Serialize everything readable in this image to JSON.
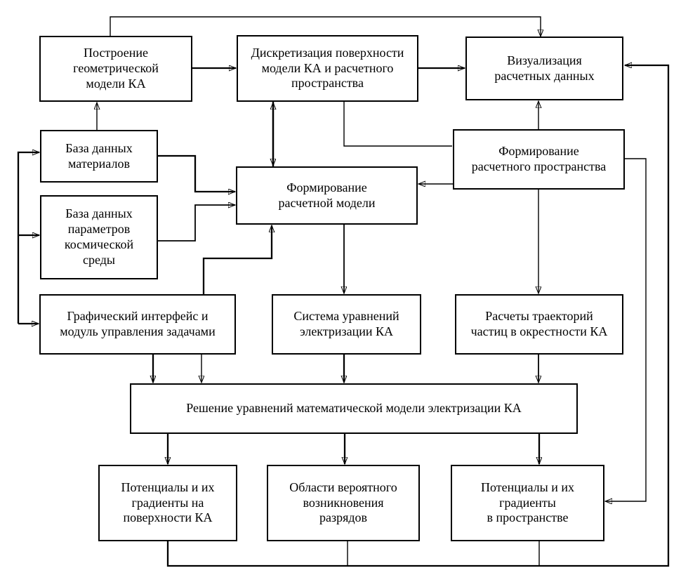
{
  "diagram": {
    "background_color": "#ffffff",
    "line_color": "#000000",
    "nodes": {
      "build_geometric_model": {
        "label": "Построение\nгеометрической\nмодели КА"
      },
      "surface_discretization": {
        "label": "Дискретизация поверхности\nмодели КА и расчетного\nпространства"
      },
      "data_visualization": {
        "label": "Визуализация\nрасчетных данных"
      },
      "materials_database": {
        "label": "База данных\nматериалов"
      },
      "space_environment_database": {
        "label": "База данных\nпараметров\nкосмической\nсреды"
      },
      "calculation_model_formation": {
        "label": "Формирование\nрасчетной модели"
      },
      "calculation_space_formation": {
        "label": "Формирование\nрасчетного пространства"
      },
      "gui_task_manager": {
        "label": "Графический интерфейс и\nмодуль управления задачами"
      },
      "charging_equations_system": {
        "label": "Система уравнений\nэлектризации КА"
      },
      "particle_trajectory_calc": {
        "label": "Расчеты траекторий\nчастиц в окрестности КА"
      },
      "equation_solving": {
        "label": "Решение уравнений математической модели электризации КА"
      },
      "surface_potentials": {
        "label": "Потенциалы и их\nградиенты на\nповерхности КА"
      },
      "discharge_areas": {
        "label": "Области вероятного\nвозникновения\nразрядов"
      },
      "space_potentials": {
        "label": "Потенциалы и их\nградиенты\nв пространстве"
      }
    }
  }
}
